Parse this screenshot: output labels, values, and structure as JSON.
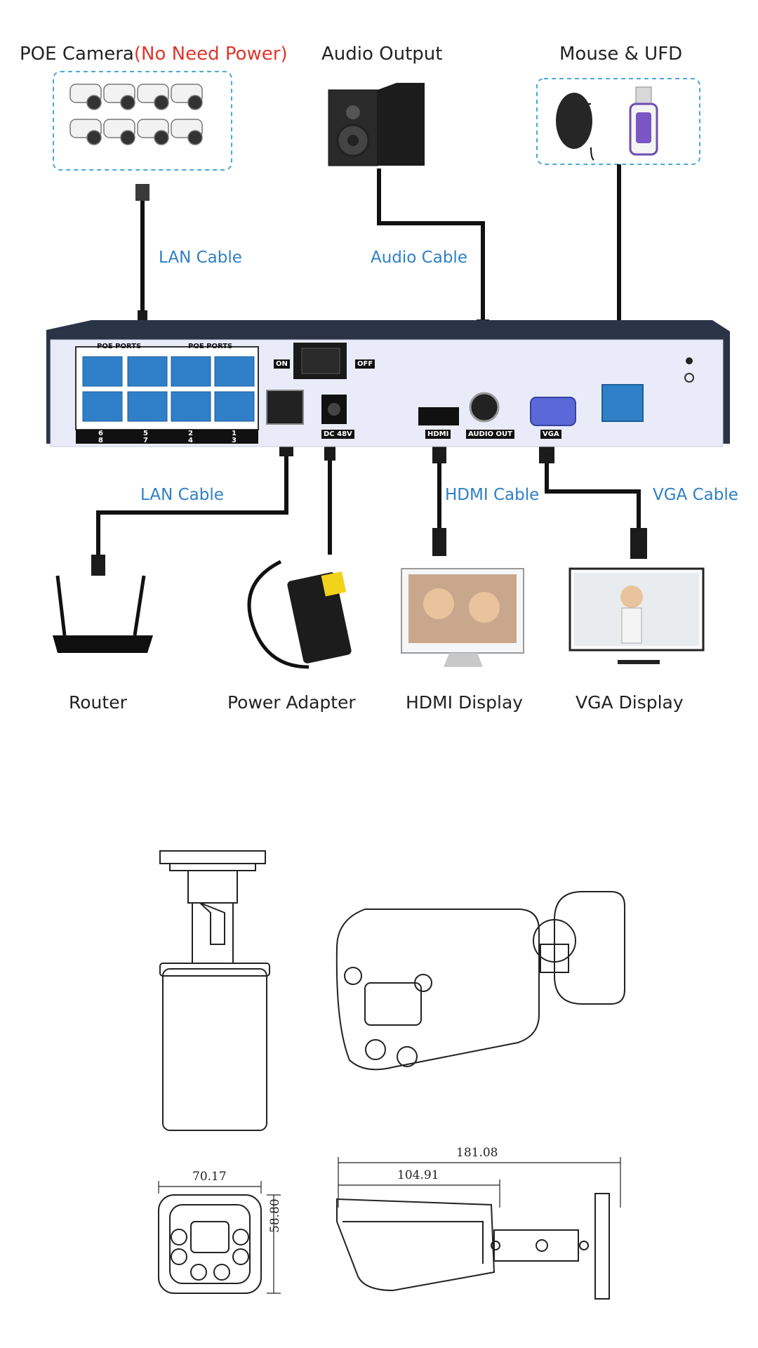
{
  "top_labels": {
    "poe_camera": "POE Camera",
    "no_need_power": "(No Need Power)",
    "audio_output": "Audio Output",
    "mouse_ufd": "Mouse & UFD"
  },
  "cables": {
    "lan_top": "LAN Cable",
    "audio": "Audio Cable",
    "lan_bottom": "LAN Cable",
    "hdmi": "HDMI Cable",
    "vga": "VGA Cable"
  },
  "devices": {
    "router": "Router",
    "power_adapter": "Power Adapter",
    "hdmi_display": "HDMI Display",
    "vga_display": "VGA Display"
  },
  "nvr_panel": {
    "poe_ports_left": "POE PORTS",
    "poe_ports_right": "POE PORTS",
    "on": "ON",
    "off": "OFF",
    "hdmi": "HDMI",
    "audio_out": "AUDIO OUT",
    "vga": "VGA",
    "dc": "DC 48V",
    "port_numbers_top": [
      "6",
      "5",
      "2",
      "1"
    ],
    "port_numbers_bottom": [
      "8",
      "7",
      "4",
      "3"
    ]
  },
  "dimensions": {
    "width": "70.17",
    "height": "58.80",
    "total_length": "181.08",
    "body_length": "104.91"
  },
  "colors": {
    "label_blue": "#2f7fc5",
    "label_red": "#e0352b",
    "dashed_box": "#4aa8d8",
    "panel": "#e9ecf8"
  }
}
